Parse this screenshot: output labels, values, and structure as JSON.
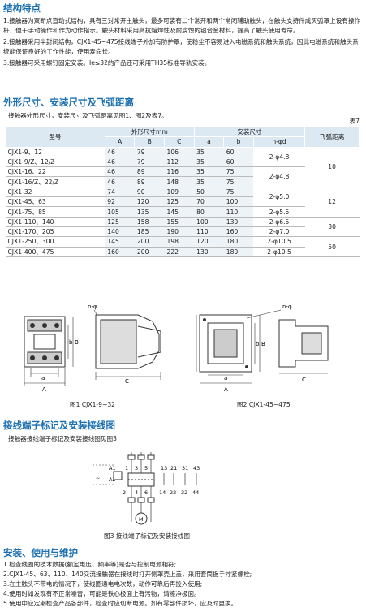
{
  "sec1": {
    "title": "结构特点",
    "items": [
      "1.接触器为双断点直动式结构，具有三对常开主触头，最多可装有二个常开和两个常闭辅助触头，在触头支持件成灭弧罩上设有操作杆，便于手动操作和作为动作指示。触头材料采用高抗熔焊性及耐腐蚀的银合金材料，提高了触头使用寿命。",
      "2.接触器采用半封闭结构，CJX1-45~475接线端子外加有防护罩，使粉尘不容易进入电磁系统和触头系统，因此电磁系统和触头系统能保证良好的工作性能，使用寿命长。",
      "3.接触器可采用螺钉固定安装。Ie≤32的产品还可采用TH35标准导轨安装。"
    ]
  },
  "sec2": {
    "title": "外形尺寸、安装尺寸及飞弧距离",
    "intro": "接触器外形尺寸，安装尺寸及飞弧距离见图1、图2及表7。",
    "table_no": "表7",
    "headers": {
      "model": "型号",
      "outline": "外形尺寸mm",
      "install": "安装尺寸",
      "arc": "飞弧距离",
      "A": "A",
      "B": "B",
      "C": "C",
      "a": "a",
      "b": "b",
      "nd": "n-φd"
    },
    "rows": [
      {
        "model": "CJX1-9、12",
        "A": "46",
        "B": "79",
        "C": "106",
        "a": "35",
        "b": "60"
      },
      {
        "model": "CJX1-9/Z、12/Z",
        "A": "46",
        "B": "79",
        "C": "112",
        "a": "35",
        "b": "60"
      },
      {
        "model": "CJX1-16、22",
        "A": "46",
        "B": "89",
        "C": "116",
        "a": "35",
        "b": "75"
      },
      {
        "model": "CJX1-16/Z、22/Z",
        "A": "46",
        "B": "89",
        "C": "148",
        "a": "35",
        "b": "75"
      },
      {
        "model": "CJX1-32",
        "A": "74",
        "B": "90",
        "C": "109",
        "a": "50",
        "b": "75"
      },
      {
        "model": "CJX1-45、63",
        "A": "92",
        "B": "120",
        "C": "125",
        "a": "70",
        "b": "100"
      },
      {
        "model": "CJX1-75、85",
        "A": "105",
        "B": "135",
        "C": "145",
        "a": "80",
        "b": "110"
      },
      {
        "model": "CJX1-110、140",
        "A": "125",
        "B": "158",
        "C": "155",
        "a": "100",
        "b": "130"
      },
      {
        "model": "CJX1-170、205",
        "A": "140",
        "B": "185",
        "C": "190",
        "a": "110",
        "b": "160"
      },
      {
        "model": "CJX1-250、300",
        "A": "145",
        "B": "200",
        "C": "198",
        "a": "120",
        "b": "180"
      },
      {
        "model": "CJX1-400、475",
        "A": "160",
        "B": "200",
        "C": "222",
        "a": "130",
        "b": "180"
      }
    ],
    "nd_groups": [
      "2-φ4.8",
      "2-φ4.8",
      "2-φ5.0",
      "2-φ5.5",
      "2-φ6.5",
      "2-φ7.0",
      "2-φ10.5",
      "2-φ10.5"
    ],
    "arc_groups": [
      "10",
      "12",
      "30",
      "50"
    ],
    "fig1_caption": "图1 CJX1-9~32",
    "fig2_caption": "图2 CJX1-45~475",
    "dim": {
      "n": "n-φ",
      "A": "A",
      "B": "B",
      "C": "C",
      "a": "a",
      "b": "b"
    }
  },
  "sec3": {
    "title": "接线端子标记及安装接线图",
    "intro": "接触器接线端子标记及安装接线图见图3",
    "fig3_caption": "图3 接线端子标记及安装接线图",
    "labels": {
      "a1": "A1",
      "a2": "A2",
      "t1": "1",
      "t3": "3",
      "t5": "5",
      "t13": "13",
      "t21": "21",
      "t31": "31",
      "t43": "43",
      "t2": "2",
      "t4": "4",
      "t6": "6",
      "t14": "14",
      "t22": "22",
      "t32": "32",
      "t44": "44",
      "motor": "M",
      "ac": "~"
    }
  },
  "sec4": {
    "title": "安装、使用与维护",
    "items": [
      "1.检查线圈的技术数据(额定电压、频率等)是否与控制电源相符;",
      "2.CJX1-45、63、110、140交流接触器在接线时打开侧罩壳上盖，采用套筒扳手拧紧螺栓;",
      "3.在主触头不带电的情况下，使线圈通电电次数，动作可靠后再投入使用;",
      "4.使用时如发现有不正常噪音，可能是铁心极面上有污物，请擦净极面。",
      "5.使用中应定期检查产品各部件，检查时应切断电源。如有零部件损坏，应及时更换。"
    ]
  },
  "colors": {
    "heading": "#1a6fb0",
    "table_head": "#dce8f2",
    "table_cell": "#eef3f8"
  }
}
